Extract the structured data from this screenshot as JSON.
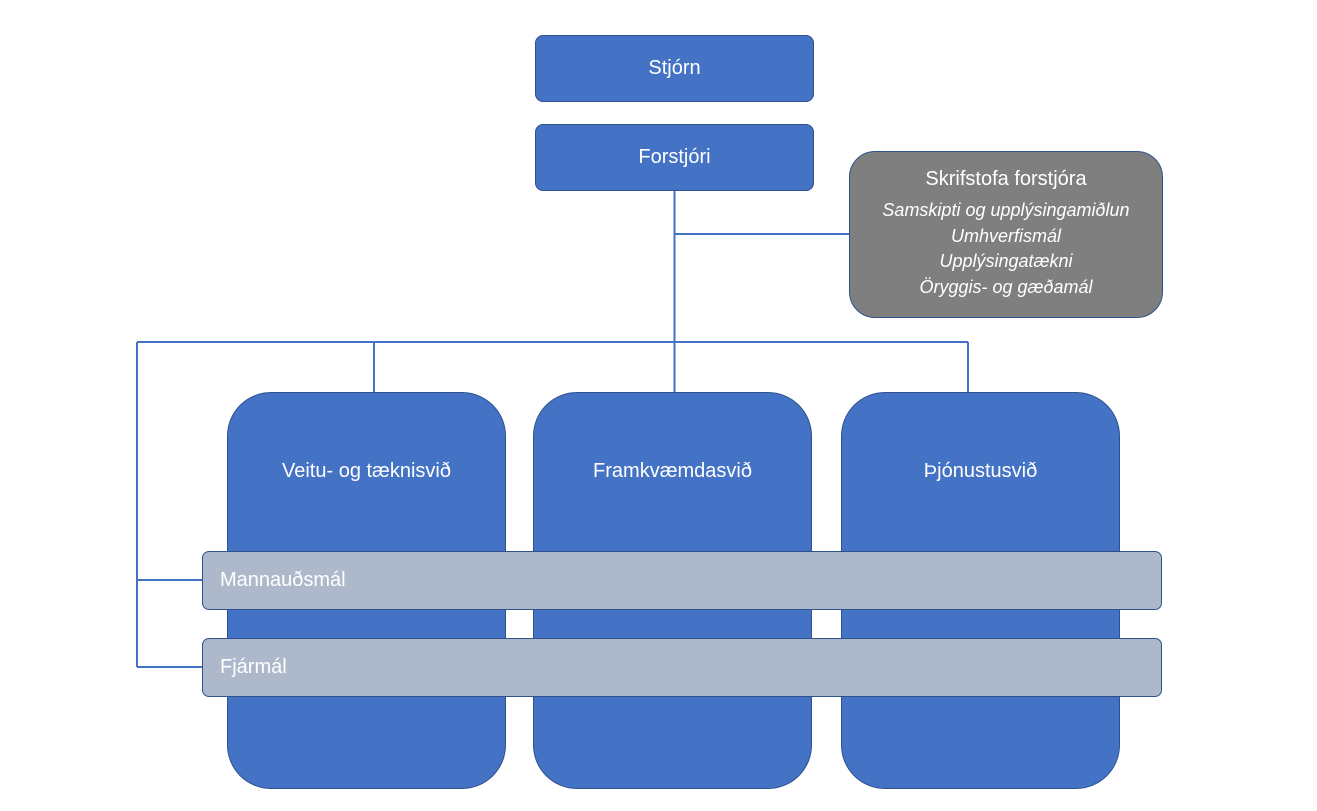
{
  "board": {
    "label": "Stjórn"
  },
  "ceo": {
    "label": "Forstjóri"
  },
  "ceo_office": {
    "title": "Skrifstofa forstjóra",
    "items": [
      "Samskipti og upplýsingamiðlun",
      "Umhverfismál",
      "Upplýsingatækni",
      "Öryggis- og gæðamál"
    ]
  },
  "divisions": [
    {
      "label": "Veitu- og tæknisvið"
    },
    {
      "label": "Framkvæmdasvið"
    },
    {
      "label": "Þjónustusvið"
    }
  ],
  "cross_functions": [
    {
      "label": "Mannauðsmál"
    },
    {
      "label": "Fjármál"
    }
  ],
  "colors": {
    "division_fill": "#4472c4",
    "border": "#2f528f",
    "office_fill": "#7f7f7f",
    "cross_function_fill": "#adb9ca",
    "connector": "#4472c4"
  }
}
